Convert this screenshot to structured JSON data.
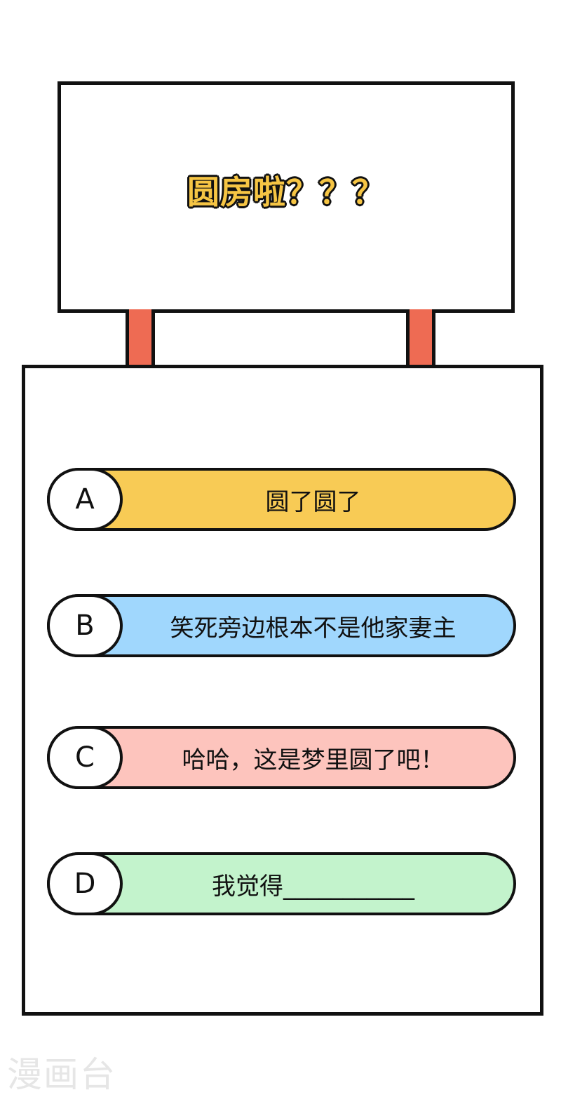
{
  "sign": {
    "title": "圆房啦？？？"
  },
  "options": [
    {
      "letter": "A",
      "text": "圆了圆了",
      "color": "#f8cb55"
    },
    {
      "letter": "B",
      "text": "笑死旁边根本不是他家妻主",
      "color": "#a0d7fd"
    },
    {
      "letter": "C",
      "text": "哈哈，这是梦里圆了吧！",
      "color": "#fdc4bd"
    },
    {
      "letter": "D",
      "text": "我觉得___________",
      "color": "#c3f3cc"
    }
  ],
  "watermark": "漫画台"
}
